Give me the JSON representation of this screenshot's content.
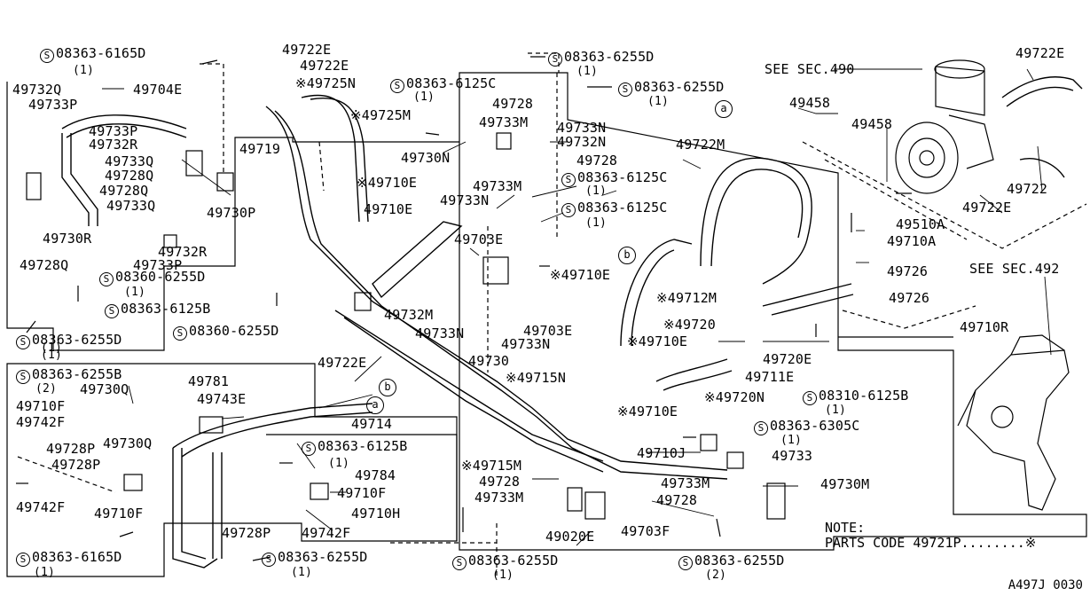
{
  "figure_code": "A497J 0030",
  "note": {
    "title": "NOTE:",
    "text": "PARTS CODE 49721P........※"
  },
  "refs": {
    "a": "a",
    "b": "b"
  },
  "labels": [
    {
      "text": "08363-6165D",
      "s": true
    },
    {
      "text": "(1)"
    },
    {
      "text": "49722E"
    },
    {
      "text": "49722E"
    },
    {
      "text": "08363-6255D",
      "s": true
    },
    {
      "text": "(1)"
    },
    {
      "text": "49722E"
    },
    {
      "text": "SEE SEC.490"
    },
    {
      "text": "49732Q"
    },
    {
      "text": "49704E"
    },
    {
      "text": "※49725N"
    },
    {
      "text": "08363-6125C",
      "s": true
    },
    {
      "text": "(1)"
    },
    {
      "text": "08363-6255D",
      "s": true
    },
    {
      "text": "(1)"
    },
    {
      "text": "49733P"
    },
    {
      "text": "49728"
    },
    {
      "text": "49458"
    },
    {
      "text": "※49725M"
    },
    {
      "text": "49733M"
    },
    {
      "text": "49458"
    },
    {
      "text": "49733P"
    },
    {
      "text": "49733N"
    },
    {
      "text": "49732R"
    },
    {
      "text": "49719"
    },
    {
      "text": "49732N"
    },
    {
      "text": "49722M"
    },
    {
      "text": "49733Q"
    },
    {
      "text": "49730N"
    },
    {
      "text": "49728"
    },
    {
      "text": "49728Q"
    },
    {
      "text": "08363-6125C",
      "s": true
    },
    {
      "text": "49722"
    },
    {
      "text": "※49710E"
    },
    {
      "text": "49733M"
    },
    {
      "text": "(1)"
    },
    {
      "text": "49728Q"
    },
    {
      "text": "49722E"
    },
    {
      "text": "49733Q"
    },
    {
      "text": "49733N"
    },
    {
      "text": "49730P"
    },
    {
      "text": "49710E"
    },
    {
      "text": "08363-6125C",
      "s": true
    },
    {
      "text": "(1)"
    },
    {
      "text": "49510A"
    },
    {
      "text": "49730R"
    },
    {
      "text": "49710A"
    },
    {
      "text": "49703E"
    },
    {
      "text": "49728Q"
    },
    {
      "text": "49732R"
    },
    {
      "text": "49726"
    },
    {
      "text": "49733P"
    },
    {
      "text": "08360-6255D",
      "s": true
    },
    {
      "text": "※49710E"
    },
    {
      "text": "SEE SEC.492"
    },
    {
      "text": "(1)"
    },
    {
      "text": "※49712M"
    },
    {
      "text": "08363-6125B",
      "s": true
    },
    {
      "text": "49726"
    },
    {
      "text": "49732M"
    },
    {
      "text": "※49720"
    },
    {
      "text": "08363-6255D",
      "s": true
    },
    {
      "text": "49733N"
    },
    {
      "text": "49703E"
    },
    {
      "text": "49710R"
    },
    {
      "text": "(1)"
    },
    {
      "text": "08360-6255D",
      "s": true
    },
    {
      "text": "49733N"
    },
    {
      "text": "※49710E"
    },
    {
      "text": "(1)"
    },
    {
      "text": "49730"
    },
    {
      "text": "49720E"
    },
    {
      "text": "49711E"
    },
    {
      "text": "08363-6255B",
      "s": true
    },
    {
      "text": "49722E"
    },
    {
      "text": "(2)"
    },
    {
      "text": "49781"
    },
    {
      "text": "※49715N"
    },
    {
      "text": "08310-6125B",
      "s": true
    },
    {
      "text": "49710F"
    },
    {
      "text": "49730Q"
    },
    {
      "text": "49743E"
    },
    {
      "text": "※49720N"
    },
    {
      "text": "(1)"
    },
    {
      "text": "49742F"
    },
    {
      "text": "49714"
    },
    {
      "text": "※49710E"
    },
    {
      "text": "08363-6305C",
      "s": true
    },
    {
      "text": "49730Q"
    },
    {
      "text": "(1)"
    },
    {
      "text": "49728P"
    },
    {
      "text": "08363-6125B",
      "s": true
    },
    {
      "text": "49710J"
    },
    {
      "text": "49733"
    },
    {
      "text": "49728P"
    },
    {
      "text": "(1)"
    },
    {
      "text": "※49715M"
    },
    {
      "text": "49784"
    },
    {
      "text": "49733M"
    },
    {
      "text": "49730M"
    },
    {
      "text": "49728"
    },
    {
      "text": "49742F"
    },
    {
      "text": "49710F"
    },
    {
      "text": "49733M"
    },
    {
      "text": "49728"
    },
    {
      "text": "49710F"
    },
    {
      "text": "49710H"
    },
    {
      "text": "08363-6165D",
      "s": true
    },
    {
      "text": "49728P"
    },
    {
      "text": "49742F"
    },
    {
      "text": "49020E"
    },
    {
      "text": "49703F"
    },
    {
      "text": "08363-6255D",
      "s": true
    },
    {
      "text": "08363-6255D",
      "s": true
    },
    {
      "text": "08363-6255D",
      "s": true
    },
    {
      "text": "(1)"
    },
    {
      "text": "(1)"
    },
    {
      "text": "(1)"
    },
    {
      "text": "(2)"
    }
  ]
}
